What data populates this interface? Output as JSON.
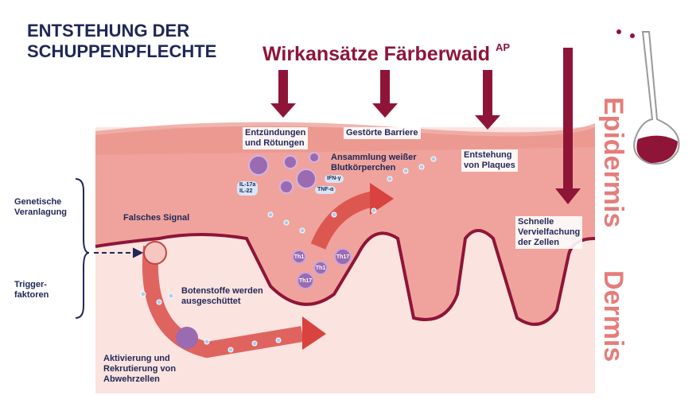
{
  "title": [
    "ENTSTEHUNG DER",
    "SCHUPPENPFLECHTE"
  ],
  "active_ingredient": {
    "label": "Wirkansätze Färberwaid",
    "superscript": "AP"
  },
  "layers": {
    "epidermis": "Epidermis",
    "dermis": "Dermis"
  },
  "labels": {
    "inflammation": [
      "Entzündungen",
      "und Rötungen"
    ],
    "barrier": "Gestörte Barriere",
    "white_cells": [
      "Ansammlung weißer",
      "Blutkörperchen"
    ],
    "plaques": [
      "Entstehung",
      "von Plaques"
    ],
    "multiplication": [
      "Schnelle",
      "Vervielfachung",
      "der Zellen"
    ],
    "false_signal": "Falsches Signal",
    "messengers": [
      "Botenstoffe werden",
      "ausgeschüttet"
    ],
    "activation": [
      "Aktivierung und",
      "Rekrutierung von",
      "Abwehrzellen"
    ],
    "genetic": [
      "Genetische",
      "Veranlagung"
    ],
    "trigger": [
      "Trigger-",
      "faktoren"
    ]
  },
  "cytokines": [
    "IL-17a",
    "IL-22",
    "IFN-γ",
    "TNF-α"
  ],
  "t_cells": [
    "Th1",
    "Th1",
    "Th17",
    "Th17"
  ],
  "colors": {
    "navy": "#1f2757",
    "arrow": "#8e1538",
    "layer_text": "#e57d7b",
    "skin": "#f3b3ad"
  }
}
